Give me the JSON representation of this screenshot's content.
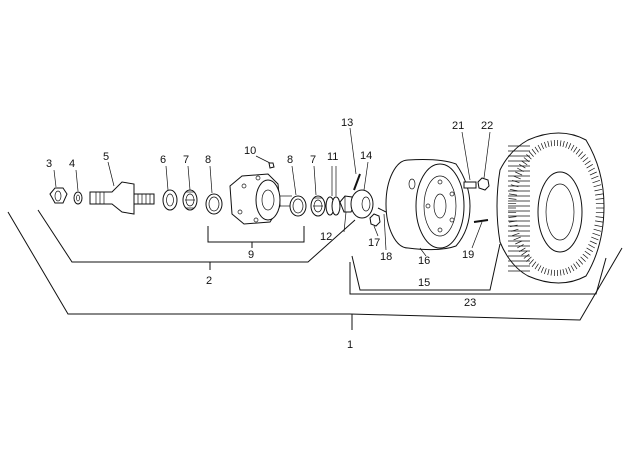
{
  "callouts": {
    "c1": "1",
    "c2": "2",
    "c3": "3",
    "c4": "4",
    "c5": "5",
    "c6": "6",
    "c7a": "7",
    "c7b": "7",
    "c8a": "8",
    "c8b": "8",
    "c9": "9",
    "c10": "10",
    "c11": "11",
    "c12": "12",
    "c13": "13",
    "c14": "14",
    "c15": "15",
    "c16": "16",
    "c17": "17",
    "c18": "18",
    "c19": "19",
    "c21": "21",
    "c22": "22",
    "c23": "23"
  }
}
